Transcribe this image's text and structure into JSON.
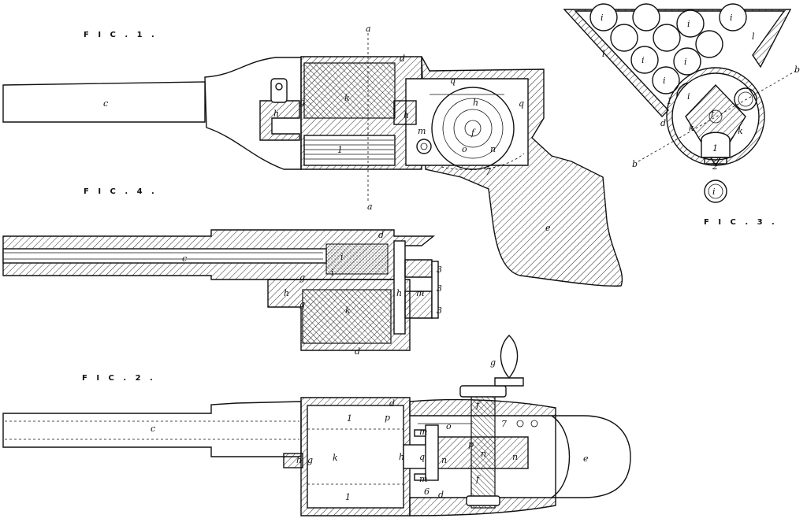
{
  "figures": {
    "fig1": {
      "label": "F I C . 1 ."
    },
    "fig2": {
      "label": "F I C . 2 ."
    },
    "fig3": {
      "label": "F I C . 3 ."
    },
    "fig4": {
      "label": "F I C . 4 ."
    }
  },
  "references": {
    "a": "a",
    "b": "b",
    "c": "c",
    "d": "d",
    "e": "e",
    "f": "f",
    "g": "g",
    "h": "h",
    "i": "i",
    "k": "k",
    "l": "l",
    "m": "m",
    "n": "n",
    "o": "o",
    "p": "p",
    "q": "q",
    "r": "r",
    "one": "1",
    "two": "2",
    "three": "3",
    "six": "6",
    "seven": "7"
  }
}
